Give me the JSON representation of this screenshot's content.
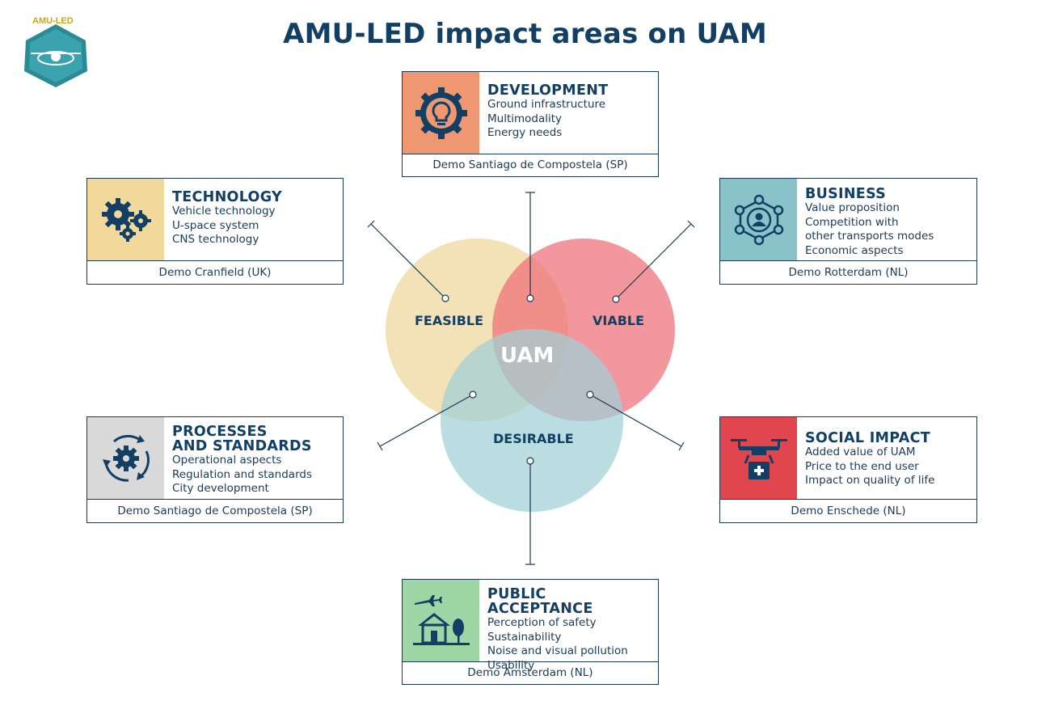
{
  "title": "AMU-LED impact areas on UAM",
  "logo": {
    "text": "AMU-LED",
    "icon": "drone-badge-icon"
  },
  "center": {
    "core": "UAM",
    "circles": [
      {
        "label": "FEASIBLE",
        "color": "#f2ddaa"
      },
      {
        "label": "VIABLE",
        "color": "#ef6f78"
      },
      {
        "label": "DESIRABLE",
        "color": "#9fd0d6"
      }
    ]
  },
  "cards": {
    "development": {
      "heading": "DEVELOPMENT",
      "items": [
        "Ground infrastructure",
        "Multimodality",
        "Energy needs"
      ],
      "demo": "Demo Santiago de Compostela (SP)",
      "icon": "lightbulb-gear-icon",
      "color": "#ee9770"
    },
    "technology": {
      "heading": "TECHNOLOGY",
      "items": [
        "Vehicle technology",
        "U-space system",
        "CNS technology"
      ],
      "demo": "Demo Cranfield (UK)",
      "icon": "gears-icon",
      "color": "#f0d99b"
    },
    "business": {
      "heading": "BUSINESS",
      "items": [
        "Value proposition",
        "Competition with",
        "other transports modes",
        "Economic aspects"
      ],
      "demo": "Demo Rotterdam  (NL)",
      "icon": "network-person-icon",
      "color": "#89c3c9"
    },
    "processes": {
      "heading_1": "PROCESSES",
      "heading_2": "AND STANDARDS",
      "items": [
        "Operational aspects",
        "Regulation and standards",
        "City development"
      ],
      "demo": "Demo Santiago de Compostela (SP)",
      "icon": "cycle-gear-icon",
      "color": "#d9d9d9"
    },
    "social": {
      "heading": "SOCIAL IMPACT",
      "items": [
        "Added value of UAM",
        "Price to the end user",
        "Impact on quality of life"
      ],
      "demo": "Demo Enschede (NL)",
      "icon": "medical-drone-icon",
      "color": "#e1464f"
    },
    "public": {
      "heading": "PUBLIC ACCEPTANCE",
      "items": [
        "Perception of safety",
        "Sustainability",
        "Noise and visual pollution",
        "Usability"
      ],
      "demo": "Demo Amsterdam (NL)",
      "icon": "plane-house-tree-icon",
      "color": "#9fd6a6"
    }
  }
}
